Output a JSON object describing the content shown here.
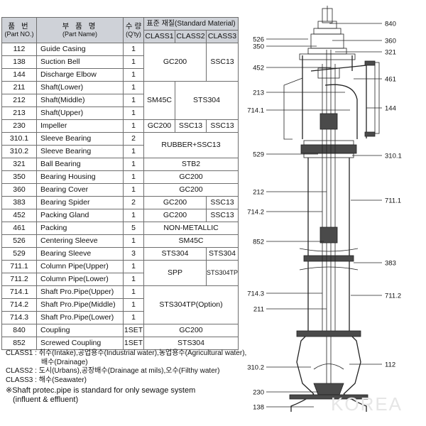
{
  "table": {
    "header": {
      "part_no_kr": "품 번",
      "part_no_en": "(Part NO.)",
      "part_name_kr": "부 품 명",
      "part_name_en": "(Part Name)",
      "qty_kr": "수 량",
      "qty_en": "(Q'ty)",
      "material": "표준 재질(Standard Material)",
      "class1": "CLASS1",
      "class2": "CLASS2",
      "class3": "CLASS3"
    },
    "rows": [
      {
        "no": "112",
        "name": "Guide Casing",
        "qty": "1"
      },
      {
        "no": "138",
        "name": "Suction Bell",
        "qty": "1"
      },
      {
        "no": "144",
        "name": "Discharge Elbow",
        "qty": "1"
      },
      {
        "no": "211",
        "name": "Shaft(Lower)",
        "qty": "1"
      },
      {
        "no": "212",
        "name": "Shaft(Middle)",
        "qty": "1"
      },
      {
        "no": "213",
        "name": "Shaft(Upper)",
        "qty": "1"
      },
      {
        "no": "230",
        "name": "Impeller",
        "qty": "1"
      },
      {
        "no": "310.1",
        "name": "Sleeve Bearing",
        "qty": "2"
      },
      {
        "no": "310.2",
        "name": "Sleeve Bearing",
        "qty": "1"
      },
      {
        "no": "321",
        "name": "Ball Bearing",
        "qty": "1"
      },
      {
        "no": "350",
        "name": "Bearing Housing",
        "qty": "1"
      },
      {
        "no": "360",
        "name": "Bearing Cover",
        "qty": "1"
      },
      {
        "no": "383",
        "name": "Bearing Spider",
        "qty": "2"
      },
      {
        "no": "452",
        "name": "Packing Gland",
        "qty": "1"
      },
      {
        "no": "461",
        "name": "Packing",
        "qty": "5"
      },
      {
        "no": "526",
        "name": "Centering Sleeve",
        "qty": "1"
      },
      {
        "no": "529",
        "name": "Bearing Sleeve",
        "qty": "3"
      },
      {
        "no": "711.1",
        "name": "Column Pipe(Upper)",
        "qty": "1"
      },
      {
        "no": "711.2",
        "name": "Column Pipe(Lower)",
        "qty": "1"
      },
      {
        "no": "714.1",
        "name": "Shaft Pro.Pipe(Upper)",
        "qty": "1"
      },
      {
        "no": "714.2",
        "name": "Shaft Pro.Pipe(Middle)",
        "qty": "1"
      },
      {
        "no": "714.3",
        "name": "Shaft Pro.Pipe(Lower)",
        "qty": "1"
      },
      {
        "no": "840",
        "name": "Coupling",
        "qty": "1SET"
      },
      {
        "no": "852",
        "name": "Screwed Coupling",
        "qty": "1SET"
      }
    ],
    "materials": {
      "gc200": "GC200",
      "ssc13": "SSC13",
      "sm45c": "SM45C",
      "sts304": "STS304",
      "rubber_ssc13": "RUBBER+SSC13",
      "stb2": "STB2",
      "non_metallic": "NON-METALLIC",
      "spp": "SPP",
      "sts304tp": "STS304TP",
      "sts304tp_option": "STS304TP(Option)"
    }
  },
  "notes": {
    "class1_line1": "CLASS1 : 취수(Intake),공업용수(Industrial water),농업용수(Agricultural water),",
    "class1_line2": "배수(Drainage)",
    "class2": "CLASS2 : 도시(Urbans),공장배수(Drainage at mils),오수(Filthy water)",
    "class3": "CLASS3 : 해수(Seawater)",
    "footnote1": "※Shaft protec.pipe is standard for only sewage system",
    "footnote2": "(influent & effluent)"
  },
  "drawing": {
    "callouts_left": [
      "526",
      "350",
      "452",
      "213",
      "714.1",
      "529",
      "212",
      "714.2",
      "852",
      "714.3",
      "211",
      "310.2",
      "230",
      "138"
    ],
    "callouts_right": [
      "840",
      "360",
      "321",
      "461",
      "144",
      "310.1",
      "711.1",
      "383",
      "711.2",
      "112"
    ]
  }
}
